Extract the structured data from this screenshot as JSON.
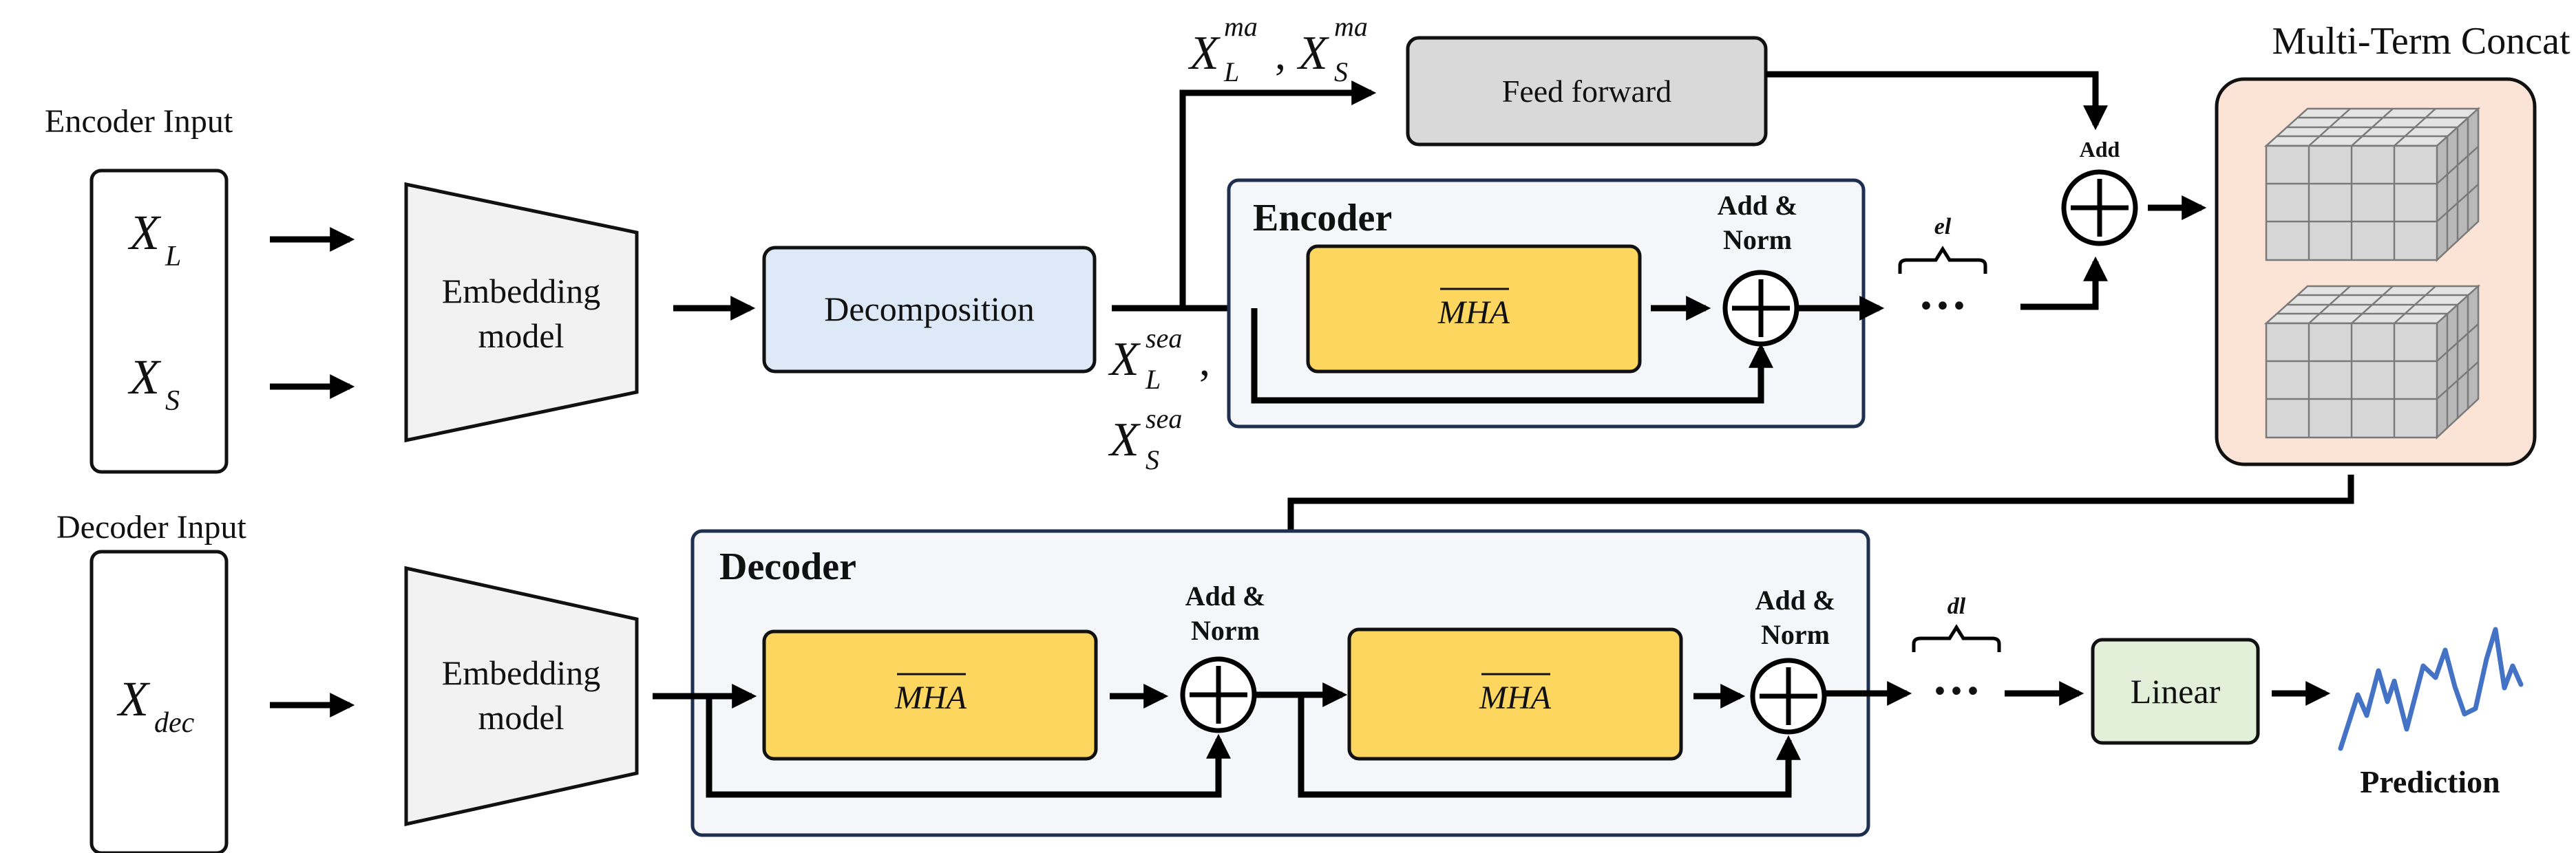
{
  "labels": {
    "encoder_input": "Encoder Input",
    "decoder_input": "Decoder Input",
    "embedding_line1": "Embedding",
    "embedding_line2": "model",
    "decomposition": "Decomposition",
    "feed_forward": "Feed forward",
    "encoder_title": "Encoder",
    "decoder_title": "Decoder",
    "mha": "MHA",
    "add_norm_line1": "Add &",
    "add_norm_line2": "Norm",
    "add": "Add",
    "multi_term_concat": "Multi-Term Concat",
    "linear": "Linear",
    "prediction": "Prediction",
    "el": "el",
    "dl": "dl",
    "ellipsis": "···",
    "comma": ","
  },
  "math": {
    "x": "X",
    "sub_l": "L",
    "sub_s": "S",
    "sub_dec": "dec",
    "sup_ma": "ma",
    "sup_sea": "sea"
  },
  "colors": {
    "decomposition_fill": "#dde9f6",
    "feed_forward_fill": "#d9d9d9",
    "mha_fill": "#fdd660",
    "linear_fill": "#e2f0d9",
    "concat_fill": "#fbe3d6",
    "embedding_fill": "#f2f2f2",
    "prediction_line": "#4472c4"
  },
  "icons": [
    "plus-circle-icon",
    "arrow-icon",
    "cube-icon",
    "prediction-wave-icon"
  ]
}
